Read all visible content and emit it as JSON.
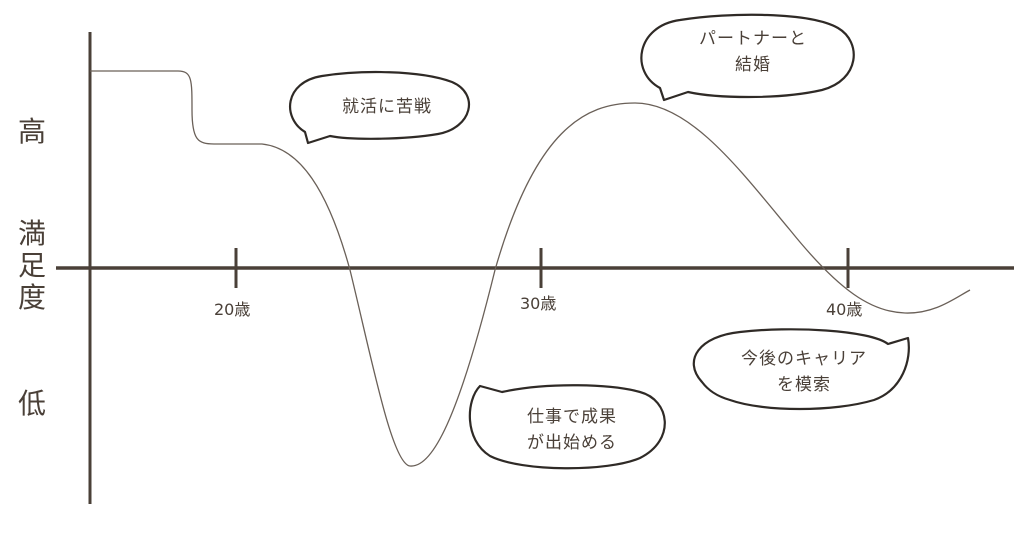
{
  "diagram": {
    "y_axis": {
      "high": "高",
      "satisfaction": [
        "満",
        "足",
        "度"
      ],
      "low": "低"
    },
    "x_ticks": [
      "20歳",
      "30歳",
      "40歳"
    ],
    "bubbles": [
      {
        "id": "job-hunt",
        "lines": [
          "就活に苦戦"
        ]
      },
      {
        "id": "partner",
        "lines": [
          "パートナーと",
          "結婚"
        ]
      },
      {
        "id": "results",
        "lines": [
          "仕事で成果",
          "が出始める"
        ]
      },
      {
        "id": "career",
        "lines": [
          "今後のキャリア",
          "を模索"
        ]
      }
    ],
    "colors": {
      "axis": "#4a4038",
      "curve": "#6a6058",
      "text": "#4a4038",
      "bubble_stroke": "#2f2a26"
    }
  }
}
